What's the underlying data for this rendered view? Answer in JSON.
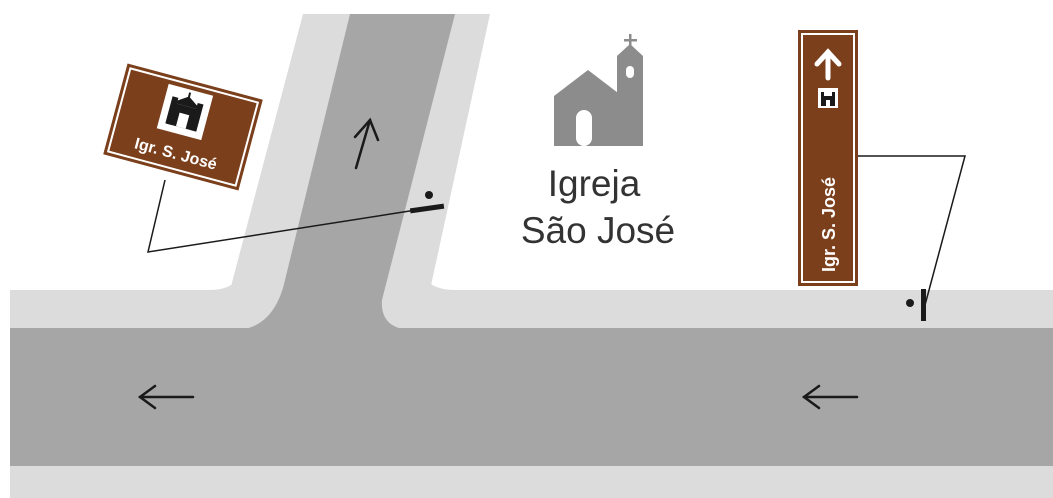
{
  "church": {
    "name_line1": "Igreja",
    "name_line2": "São José"
  },
  "signs": {
    "tilted_sign_text": "Igr. S. José",
    "vertical_sign_text": "Igr. S. José",
    "background_color": "#7b3f1c",
    "text_color": "#ffffff"
  },
  "icons": {
    "church_icon": "church-with-cross-icon",
    "arrow_up_sign": "arrow-up-icon",
    "direction_arrows": [
      "arrow-up-icon",
      "arrow-left-icon",
      "arrow-left-icon"
    ]
  },
  "colors": {
    "road": "#a6a6a6",
    "sidewalk": "#dcdcdc",
    "church_icon": "#8c8c8c",
    "lines": "#1a1a1a"
  }
}
